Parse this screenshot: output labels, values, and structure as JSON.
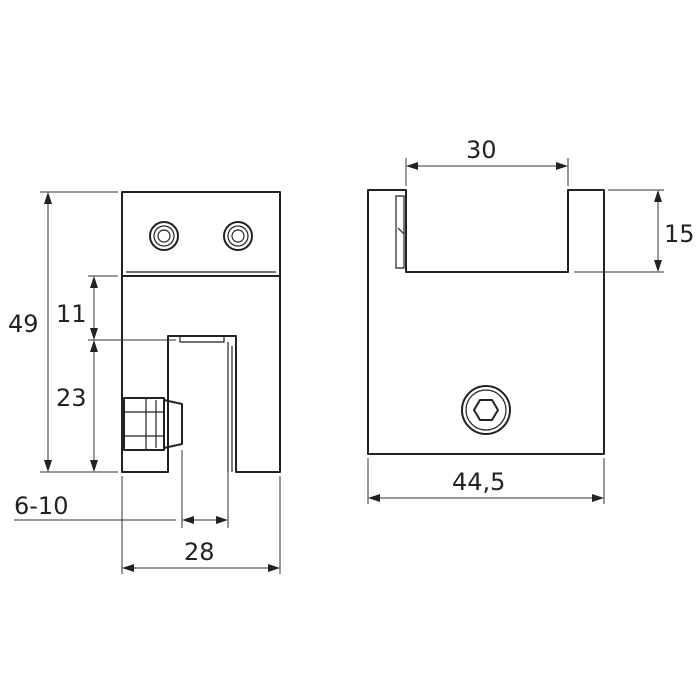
{
  "colors": {
    "line": "#222222",
    "background": "#ffffff"
  },
  "dimensions": {
    "height_total": "49",
    "height_upper": "11",
    "height_lower": "23",
    "glass_range": "6-10",
    "width_side": "28",
    "slot_width": "30",
    "slot_depth": "15",
    "width_front": "44,5"
  }
}
